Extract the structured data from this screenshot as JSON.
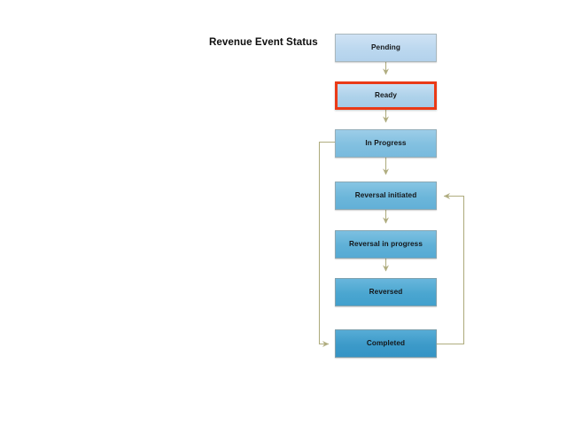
{
  "diagram": {
    "title": "Revenue Event Status",
    "background_color": "#ffffff",
    "connector_color": "#b0ad80",
    "highlight_color": "#ea3a17",
    "nodes": [
      {
        "id": "pending",
        "label": "Pending",
        "fill": "#bcd8ef",
        "highlighted": false
      },
      {
        "id": "ready",
        "label": "Ready",
        "fill": "#aed2ea",
        "highlighted": true
      },
      {
        "id": "in-progress",
        "label": "In Progress",
        "fill": "#82c0e0",
        "highlighted": false
      },
      {
        "id": "reversal-initiated",
        "label": "Reversal initiated",
        "fill": "#6cb6da",
        "highlighted": false
      },
      {
        "id": "reversal-in-progress",
        "label": "Reversal in progress",
        "fill": "#5fb0d7",
        "highlighted": false
      },
      {
        "id": "reversed",
        "label": "Reversed",
        "fill": "#4ba6d0",
        "highlighted": false
      },
      {
        "id": "completed",
        "label": "Completed",
        "fill": "#3c9ac9",
        "highlighted": false
      }
    ],
    "edges": [
      {
        "from": "pending",
        "to": "ready",
        "style": "straight-down",
        "arrow": true
      },
      {
        "from": "ready",
        "to": "in-progress",
        "style": "straight-down",
        "arrow": true
      },
      {
        "from": "in-progress",
        "to": "reversal-initiated",
        "style": "straight-down",
        "arrow": true
      },
      {
        "from": "reversal-initiated",
        "to": "reversal-in-progress",
        "style": "straight-down",
        "arrow": true
      },
      {
        "from": "reversal-in-progress",
        "to": "reversed",
        "style": "straight-down",
        "arrow": true
      },
      {
        "from": "in-progress",
        "to": "completed",
        "style": "left-loop",
        "arrow": true
      },
      {
        "from": "completed",
        "to": "reversal-initiated",
        "style": "right-loop",
        "arrow": true
      }
    ]
  }
}
